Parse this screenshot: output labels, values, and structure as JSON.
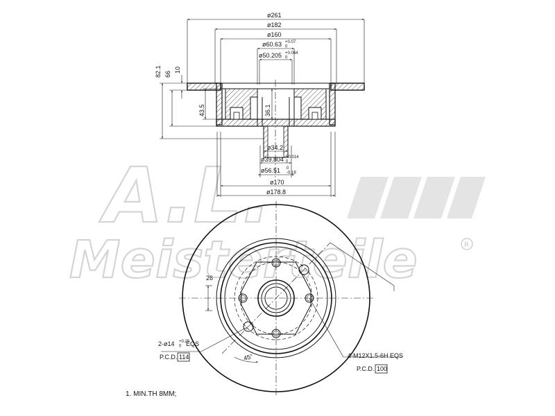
{
  "watermark": {
    "logo_text": "A.L.",
    "brand_text": "Meisterteile",
    "registered_mark": "R"
  },
  "section_view": {
    "dims": {
      "d261": "ø261",
      "d182": "ø182",
      "d160": "ø160",
      "d60_63": "ø60.63",
      "d60_63_tol": "+0.07\n0",
      "d50_205": "ø50.205",
      "d50_205_tol": "+0.064\n0",
      "h82_1": "82.1",
      "h66": "66",
      "h10": "10",
      "h43_5": "43.5",
      "h36_1": "36.1",
      "d34_2": "ø34.2",
      "d39_804": "ø39.804",
      "d39_804_tol": "+0.014\n0",
      "d56_51": "ø56.51",
      "d56_51_tol": "0\n-0.18",
      "d170": "ø170",
      "d178_8": "ø178.8"
    }
  },
  "front_view": {
    "dim_26": "26",
    "angle_45": "45°",
    "holes_note": "2-ø14",
    "holes_tol": "+0.25\n0",
    "holes_suffix": "EQS",
    "pcd_left_label": "P.C.D.",
    "pcd_left_value": "114",
    "threads_note": "4-M12X1.5-6H EQS",
    "pcd_right_label": "P.C.D.",
    "pcd_right_value": "100"
  },
  "notes": {
    "min_thickness": "1. MIN.TH 8MM;"
  }
}
